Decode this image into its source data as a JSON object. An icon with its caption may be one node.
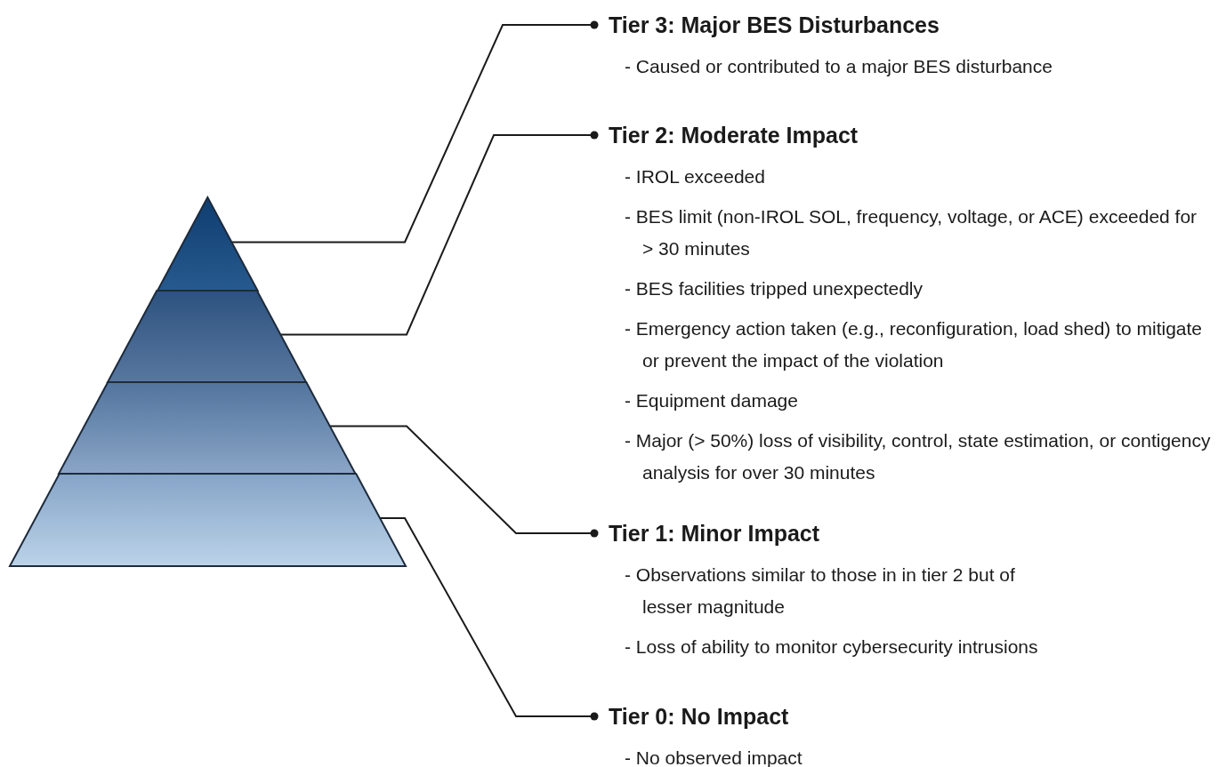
{
  "diagram": {
    "nodes": [
      {
        "text": [],
        "shape": "trapezoid"
      },
      {
        "text": [],
        "shape": "trapezoid"
      },
      {
        "text": [],
        "shape": "trapezoid"
      },
      {
        "text": [],
        "shape": "trapezoid"
      },
      {
        "text": [
          "Tier 3: Major BES Disturbances",
          "- Caused or contributed to a major BES disturbance"
        ]
      },
      {
        "text": [
          "Tier 2: Moderate Impact",
          "- IROL exceeded",
          "- BES limit (non-IROL SOL, frequency, voltage, or ACE) exceeded for > 30 minutes",
          "- BES facilities tripped unexpectedly",
          "- Emergency action taken (e.g., reconfiguration, load shed) to mitigate or prevent the impact of the violation",
          "- Equipment damage",
          "- Major (> 50%) loss of visibility, control, state estimation, or contigency analysis for over 30 minutes"
        ]
      },
      {
        "text": [
          "Tier 1: Minor Impact",
          "- Observations similar to those in in tier 2 but of lesser magnitude",
          "- Loss of ability to monitor cybersecurity intrusions"
        ]
      },
      {
        "text": [
          "Tier 0: No Impact",
          "- No observed impact"
        ]
      }
    ],
    "edges": [
      {
        "from": 4,
        "to": 0,
        "arrow": "other"
      },
      {
        "from": 5,
        "to": 1,
        "arrow": "other"
      },
      {
        "from": 6,
        "to": 2,
        "arrow": "other"
      },
      {
        "from": 7,
        "to": 3,
        "arrow": "other"
      }
    ]
  }
}
